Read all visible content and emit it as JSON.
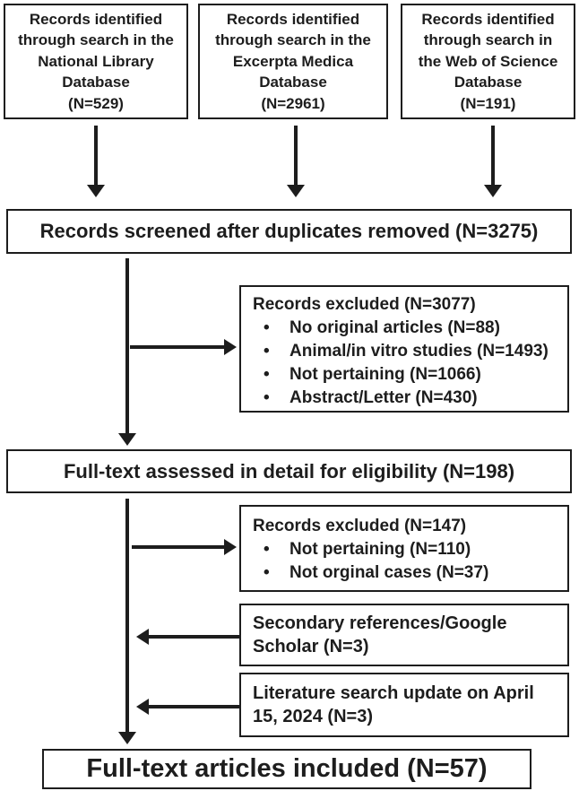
{
  "diagram": {
    "title": "PRISMA study selection flow diagram",
    "colors": {
      "ink": "#1d1d1d",
      "box_border": "#1d1d1d",
      "background": "#ffffff"
    },
    "icons": {
      "bullet": "•"
    },
    "source_boxes": [
      "Records identified\nthrough search in the\nNational Library\nDatabase\n(N=529)",
      "Records identified\nthrough search in the\nExcerpta Medica\nDatabase\n(N=2961)",
      "Records identified\nthrough search in\nthe Web of Science\nDatabase\n(N=191)"
    ],
    "screened_box": "Records screened after duplicates removed (N=3275)",
    "excluded_screening": {
      "title": "Records excluded (N=3077)",
      "items": [
        "No original articles (N=88)",
        "Animal/in vitro studies (N=1493)",
        "Not pertaining (N=1066)",
        "Abstract/Letter (N=430)"
      ]
    },
    "fulltext_box": "Full-text assessed in detail for eligibility (N=198)",
    "excluded_fulltext": {
      "title": "Records excluded (N=147)",
      "items": [
        "Not pertaining (N=110)",
        "Not orginal cases (N=37)"
      ]
    },
    "secondary_box": "Secondary references/Google\nScholar (N=3)",
    "update_box": "Literature search update on April\n15, 2024 (N=3)",
    "included_box": "Full-text articles included (N=57)",
    "counts": {
      "national_library": 529,
      "excerpta_medica": 2961,
      "web_of_science": 191,
      "screened": 3275,
      "excluded_screening_total": 3077,
      "no_original_articles": 88,
      "animal_in_vitro": 1493,
      "not_pertaining_screening": 1066,
      "abstract_letter": 430,
      "fulltext_assessed": 198,
      "excluded_fulltext_total": 147,
      "not_pertaining_fulltext": 110,
      "not_orginal_cases": 37,
      "secondary_references": 3,
      "search_update": 3,
      "included": 57
    }
  }
}
